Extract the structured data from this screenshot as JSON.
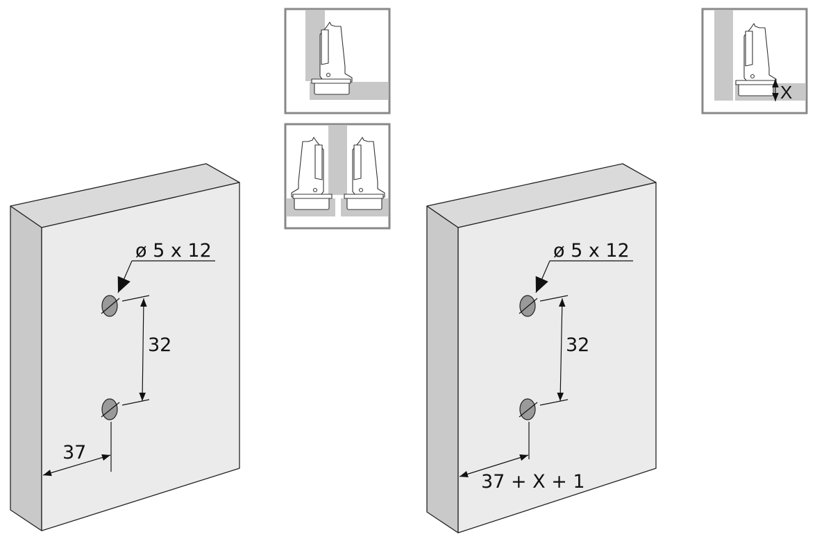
{
  "left_panel": {
    "hole_spec": "ø 5 x 12",
    "hole_spacing": "32",
    "edge_distance": "37"
  },
  "right_panel": {
    "hole_spec": "ø 5 x 12",
    "hole_spacing": "32",
    "edge_distance": "37 + X + 1"
  },
  "hinge_icons": {
    "offset_label": "X"
  },
  "colors": {
    "front_face": "#ebebeb",
    "side_face": "#c9c9c9",
    "top_face": "#dadada",
    "wood_gray": "#c8c8c8",
    "frame": "#888888"
  }
}
